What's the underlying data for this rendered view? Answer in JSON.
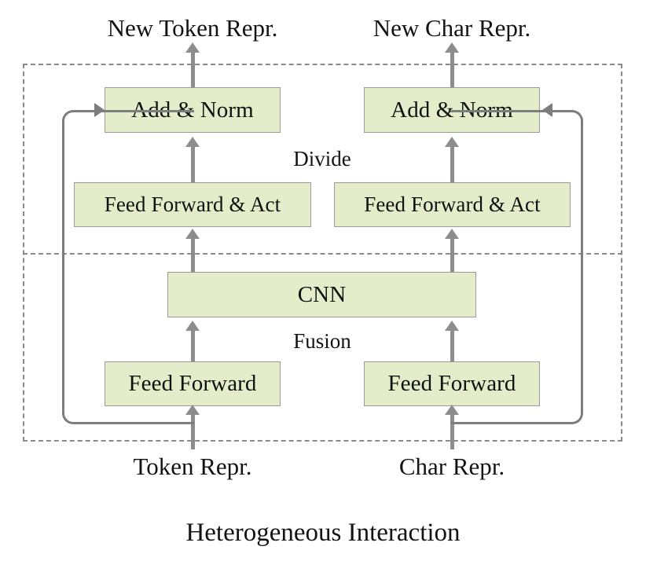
{
  "figure": {
    "title": "Heterogeneous Interaction"
  },
  "outputs": {
    "token": "New Token Repr.",
    "char": "New Char Repr."
  },
  "inputs": {
    "token": "Token Repr.",
    "char": "Char Repr."
  },
  "stage_labels": {
    "divide": "Divide",
    "fusion": "Fusion"
  },
  "nodes": {
    "add_norm_left": "Add & Norm",
    "add_norm_right": "Add & Norm",
    "ffn_act_left": "Feed Forward & Act",
    "ffn_act_right": "Feed Forward & Act",
    "cnn": "CNN",
    "ffn_left": "Feed Forward",
    "ffn_right": "Feed Forward"
  },
  "colors": {
    "node_fill": "#e5ecca",
    "node_border": "#9a9a9a",
    "connector": "#8d8d8d",
    "residual": "#7d7d7d",
    "dashed_border": "#8a8a8a",
    "text": "#131313",
    "background": "#ffffff"
  }
}
